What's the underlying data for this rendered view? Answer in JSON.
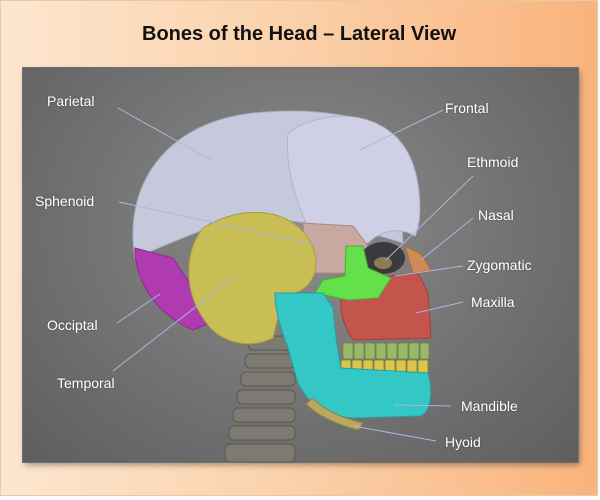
{
  "title": "Bones of the Head – Lateral View",
  "colors": {
    "parietal": "#c6c9dc",
    "frontal": "#cfd0e6",
    "occipital": "#b03ab0",
    "temporal": "#c9bd55",
    "sphenoid": "#c9a8a0",
    "zygomatic": "#63e04a",
    "maxilla": "#c4554c",
    "mandible": "#33c7c6",
    "hyoid": "#b8a860",
    "teeth": "#9ab86a",
    "pointer": "#a9b7de",
    "label_text": "#ffffff"
  },
  "labels": {
    "parietal": "Parietal",
    "frontal": "Frontal",
    "ethmoid": "Ethmoid",
    "sphenoid": "Sphenoid",
    "nasal": "Nasal",
    "zygomatic": "Zygomatic",
    "maxilla": "Maxilla",
    "occipital": "Occiptal",
    "temporal": "Temporal",
    "mandible": "Mandible",
    "hyoid": "Hyoid"
  }
}
